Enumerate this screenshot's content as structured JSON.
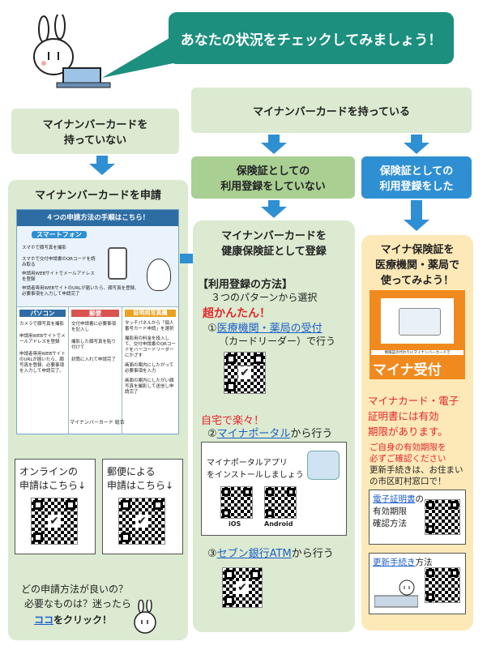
{
  "header": {
    "title": "あなたの状況をチェックしてみましょう！"
  },
  "left": {
    "no_card_label_1": "マイナンバーカードを",
    "no_card_label_2": "持っていない",
    "apply_title": "マイナンバーカードを申請",
    "flyer": {
      "banner": "４つの申請方法の手順はこちら！",
      "smartphone_title": "スマートフォン",
      "smartphone_steps": [
        "スマホで顔写真を撮影",
        "スマホで交付申請書のQRコードを読み取る",
        "申請用WEBサイトでメールアドレスを登録",
        "申請者専用WEBサイトのURLが届いたら、顔写真を登録、必要事項を入力して申請完了"
      ],
      "pc_title": "パソコン",
      "pc_steps": [
        "カメラで顔写真を撮影",
        "申請用WEBサイトでメールアドレスを登録",
        "申請者専用WEBサイトのURLが届いたら、顔写真を登録、必要事項を入力して申請完了。"
      ],
      "mail_title": "郵便",
      "mail_steps": [
        "交付申請書に必要事項を記入し",
        "撮影した顔写真を貼り付けて",
        "封筒に入れて申請完了"
      ],
      "photo_title": "証明用写真機",
      "photo_steps": [
        "タッチパネルから「個人番号カード申請」を選択",
        "撮影用の料金を投入して、交付申請書のQRコードをバーコードリーダーにかざす",
        "画面の案内にしたがって必要事項を入力",
        "画面の案内にしたがい顔写真を撮影して送信し申請完了"
      ],
      "footer": "マイナンバーカード 総合"
    },
    "online_label_1": "オンラインの",
    "online_label_2": "申請はこちら↓",
    "post_label_1": "郵便による",
    "post_label_2": "申請はこちら↓",
    "help_1": "どの申請方法が良いの？",
    "help_2": "必要なものは？迷ったら",
    "help_link": "ココ",
    "help_3": "をクリック！"
  },
  "middle": {
    "has_card": "マイナンバーカードを持っている",
    "not_registered_1": "保険証としての",
    "not_registered_2": "利用登録をしていない",
    "register_1": "マイナンバーカードを",
    "register_2": "健康保険証として登録",
    "method_title": "【利用登録の方法】",
    "method_sub": "３つのパターンから選択",
    "easy": "超かんたん！",
    "opt1_num": "①",
    "opt1_link": "医療機関・薬局の受付",
    "opt1_sub": "（カードリーダー）で行う",
    "home": "自宅で楽々！",
    "opt2_num": "②",
    "opt2_link": "マイナポータル",
    "opt2_suffix": "から行う",
    "app_1": "マイナポータルアプリ",
    "app_2": "をインストールしましょう",
    "ios": "iOS",
    "android": "Android",
    "opt3_num": "③",
    "opt3_link": "セブン銀行ATM",
    "opt3_suffix": "から行う"
  },
  "right": {
    "registered_1": "保険証としての",
    "registered_2": "利用登録をした",
    "use_1": "マイナ保険証を",
    "use_2": "医療機関・薬局で",
    "use_3": "使ってみよう！",
    "card_caption": "保険証の代わりにマイナンバーカードで",
    "card_title": "マイナ受付",
    "expiry_1": "マイナカード・電子",
    "expiry_2": "証明書には有効",
    "expiry_3": "期限があります。",
    "confirm_1": "ご自身の有効期限を",
    "confirm_2": "必ずご確認ください",
    "renew_1": "更新手続きは、お住まい",
    "renew_2": "の市区町村窓口で！",
    "cert_link": "電子証明書",
    "cert_suffix": "の",
    "cert_2": "有効期限",
    "cert_3": "確認方法",
    "renew_link": "更新手続き",
    "renew_suffix": "方法"
  },
  "colors": {
    "teal": "#1c8f7e",
    "light_green": "#dbead0",
    "green": "#a9cf92",
    "blue": "#2f8fd3",
    "orange": "#f08a1f",
    "cream": "#fde9b8",
    "red": "#e3262d"
  }
}
